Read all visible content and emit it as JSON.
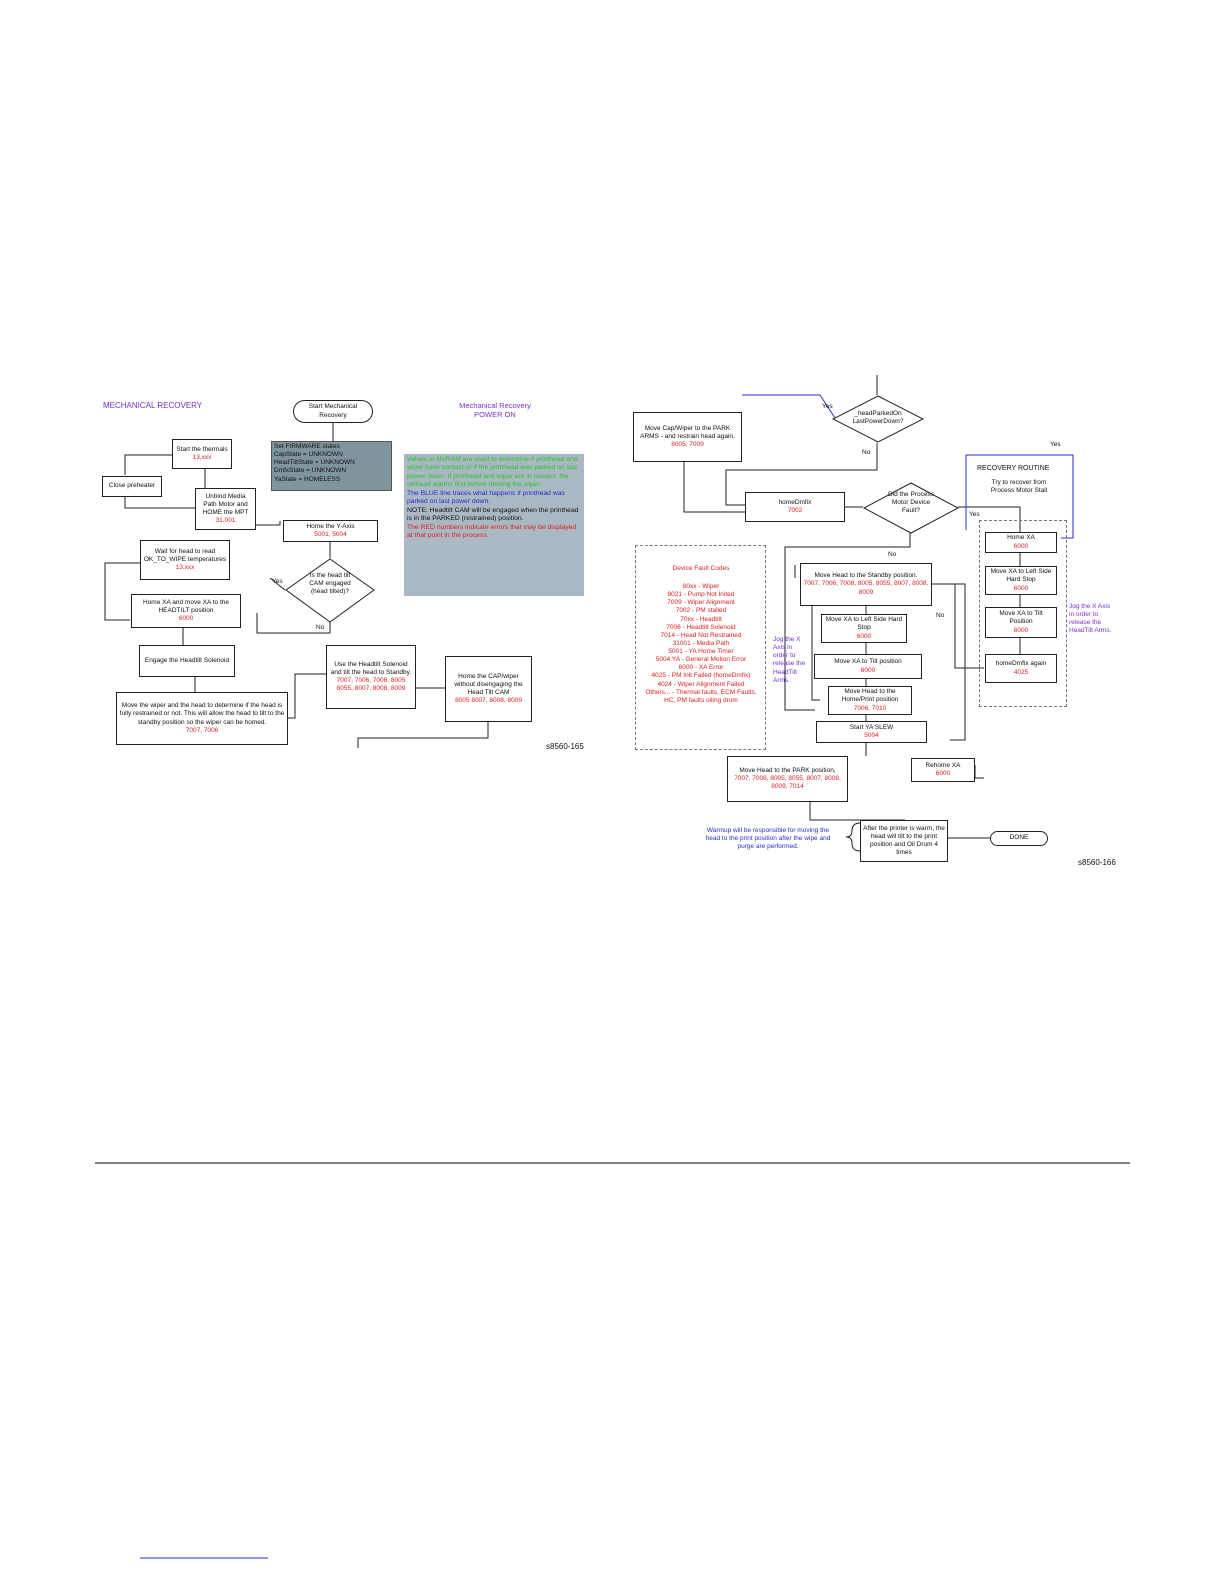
{
  "left": {
    "title": "MECHANICAL RECOVERY",
    "subtitle_line1": "Mechanical Recovery",
    "subtitle_line2": "POWER ON",
    "start": "Start Mechanical Recovery",
    "firmware": {
      "l1": "Set FIRMWARE states",
      "l2": "CapState = UNKNOWN",
      "l3": "HeadTiltState = UNKNOWN",
      "l4": "DmfxState = UNKNOWN",
      "l5": "YaState = HOMELESS"
    },
    "notes": {
      "green": "Values in NVRAM are used to determine if printhead and wiper have contact or if the printhead was parked on last power down. If printhead and wiper are in contact, the oil/head warms first before moving the wiper.",
      "blue": "The BLUE line traces what happens if printhead was parked on last power down.",
      "note": "NOTE: Headtilt CAM will be engaged when the printhead is in the PARKED (restrained) position.",
      "red": "The RED numbers indicate errors that may be displayed at that point in the process."
    },
    "start_thermals": {
      "label": "Start the thermals",
      "code": "13,xxx"
    },
    "close_preheater": "Close preheater",
    "unbind": {
      "label": "Unbind Media Path Motor and HOME the MPT",
      "code": "31.001"
    },
    "home_y": {
      "label": "Home the Y-Axis",
      "code": "5001, 5004"
    },
    "wait_head": {
      "label": "Wait for head to read OK_TO_WIPE temperatures",
      "code": "13.xxx"
    },
    "cam_decision": "Is the head tilt CAM engaged (head tilted)?",
    "yes": "Yes",
    "no": "No",
    "home_xa": {
      "label": "Home XA and move XA to the HEADTILT position",
      "code": "6000"
    },
    "engage": "Engage the Headtilt Solenoid",
    "use_headtilt": {
      "label": "Use the Headtilt Solenoid and tilt the head to Standby.",
      "code": "7007, 7006, 7008, 8005 8055, 8007, 8008, 8009"
    },
    "home_cap": {
      "label": "Home the CAP/wiper without disengaging the Head Tilt CAM",
      "code": "8005 8007, 8008, 8009"
    },
    "move_wiper": {
      "label": "Move the wiper and the head to determine if the head is fully restrained or not. This will allow the head to tilt to the standby position so the wiper can be homed.",
      "code": "7007, 7006"
    },
    "figure_id": "s8560-165"
  },
  "right": {
    "parked_decision": "_headParkedOn LastPowerDown?",
    "yes": "Yes",
    "no": "No",
    "move_cap": {
      "label": "Move Cap/Wiper to the PARK ARMS - and restrain head again.",
      "code": "8005, 7009"
    },
    "homedmfx": {
      "label": "homeDmfix",
      "code": "7002"
    },
    "fault_decision": "Did the Process Motor Device Fault?",
    "recovery_title": "RECOVERY ROUTINE",
    "recovery_sub": "Try to recover from Process Motor Stall",
    "fault_codes": {
      "title": "Device Fault Codes",
      "items": [
        "80xx - Wiper",
        "8021 - Pump Not Inited",
        "7009 - Wiper Alignment",
        "7002 - PM stalled",
        "70xx - Headtilt",
        "7006 - Headtilt Solenoid",
        "7014 - Head Not Restrained",
        "31001 - Media Path",
        "5001 - YA Home Timer",
        "5004 YA - General Motion Error",
        "6000 - XA Error",
        "4025 - PM Init Failed (homeDmfix)",
        "4024 - Wiper Alignment Failed",
        "Others... - Thermal faults, ECM Faults, HC, PM faults oiling drum"
      ]
    },
    "move_standby": {
      "label": "Move Head to the Standby position.",
      "code": "7007, 7006, 7008, 8005, 8055, 8007, 8008, 8009"
    },
    "move_left_stop": {
      "label": "Move XA to Left Side Hard Stop",
      "code": "6000"
    },
    "move_tilt": {
      "label": "Move XA to Tilt position",
      "code": "6000"
    },
    "jog_note": "Jog the X Axis in order to release the HeadTilt Arms.",
    "move_home_print": {
      "label": "Move Head to the Home/Print position",
      "code": "7006, 7010"
    },
    "start_slew": {
      "label": "Start YA SLEW",
      "code": "5004"
    },
    "home_xa": {
      "label": "Home XA",
      "code": "6000"
    },
    "rec_left_stop": {
      "label": "Move XA to Left Side Hard Stop",
      "code": "6000"
    },
    "rec_tilt": {
      "label": "Move XA to Tilt Position",
      "code": "6000"
    },
    "homedmfx_again": {
      "label": "homeDmfix again",
      "code": "4025"
    },
    "jog_note2": "Jog the X Axis in order to release the HeadTilt Arms.",
    "move_park": {
      "label": "Move Head to the PARK position,",
      "code": "7007, 7008, 8005, 8055, 8007, 8008, 8009, 7014"
    },
    "rehome": {
      "label": "Rehome XA",
      "code": "6000"
    },
    "warmup_note": "Warmup will be responsible for moving the head to the print position after the wipe and purge are performed.",
    "after_warm": "After the printer is warm, the head will tilt to the print position and Oil Drum 4 times",
    "done": "DONE",
    "figure_id": "s8560-166"
  },
  "colors": {
    "purple": "#7a2fd0",
    "blue": "#2a2ad0",
    "green": "#27c927",
    "red": "#e02020",
    "note_bg": "#a9b8c3",
    "firmware_bg": "#7f959c"
  }
}
